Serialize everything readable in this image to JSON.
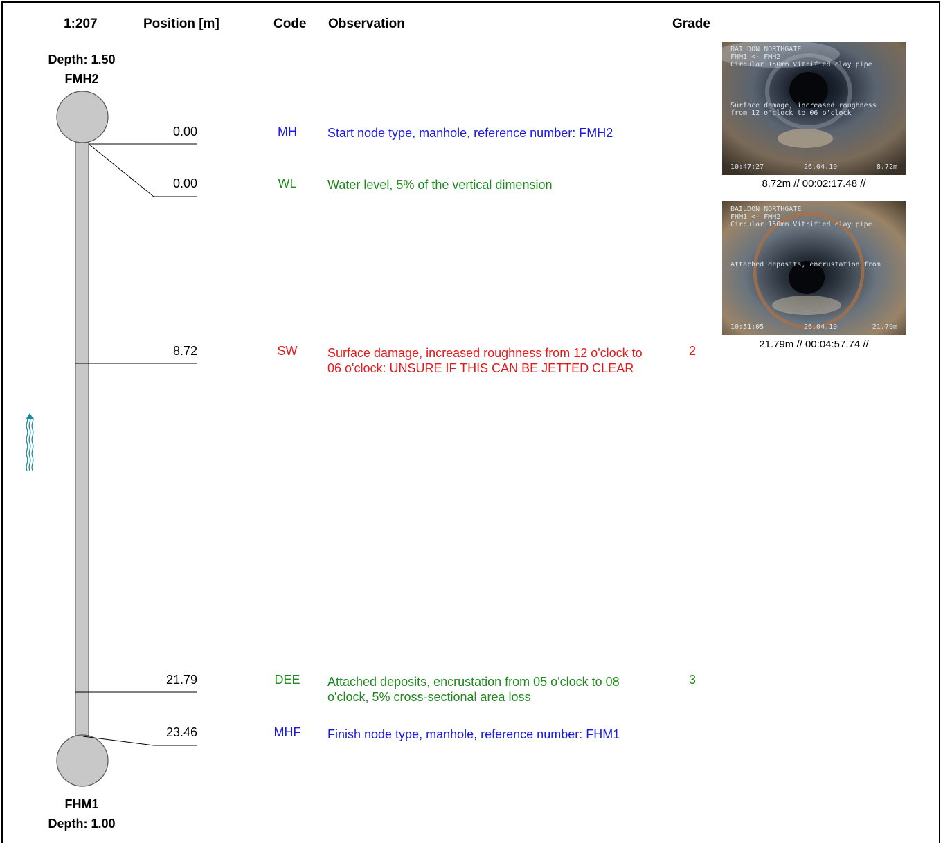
{
  "header": {
    "scale": "1:207",
    "position": "Position [m]",
    "code": "Code",
    "observation": "Observation",
    "grade": "Grade"
  },
  "start_node": {
    "depth": "Depth: 1.50",
    "name": "FMH2"
  },
  "end_node": {
    "name": "FHM1",
    "depth": "Depth: 1.00"
  },
  "observations": [
    {
      "position": "0.00",
      "code": "MH",
      "text": "Start node type, manhole, reference number: FMH2",
      "grade": ""
    },
    {
      "position": "0.00",
      "code": "WL",
      "text": "Water level, 5% of the vertical dimension",
      "grade": ""
    },
    {
      "position": "8.72",
      "code": "SW",
      "text": "Surface damage, increased roughness from 12 o'clock to 06 o'clock: UNSURE IF THIS CAN BE JETTED CLEAR",
      "grade": "2"
    },
    {
      "position": "21.79",
      "code": "DEE",
      "text": "Attached deposits, encrustation from 05 o'clock to 08 o'clock, 5% cross-sectional area loss",
      "grade": "3"
    },
    {
      "position": "23.46",
      "code": "MHF",
      "text": "Finish node type, manhole, reference number: FHM1",
      "grade": ""
    }
  ],
  "photos": [
    {
      "overlay_top": [
        "BAILDON NORTHGATE",
        "FHM1 <- FMH2",
        "Circular 150mm Vitrified clay pipe"
      ],
      "overlay_mid": [
        "Surface damage, increased roughness",
        "from 12 o'clock to 06 o'clock"
      ],
      "time": "10:47:27",
      "date": "26.04.19",
      "dist": "8.72m",
      "caption": "8.72m // 00:02:17.48 //"
    },
    {
      "overlay_top": [
        "BAILDON NORTHGATE",
        "FHM1 <- FMH2",
        "Circular 150mm Vitrified clay pipe"
      ],
      "overlay_mid": [
        "Attached deposits, encrustation from"
      ],
      "time": "10:51:05",
      "date": "26.04.19",
      "dist": "21.79m",
      "caption": "21.79m // 00:04:57.74 //"
    }
  ],
  "colors": {
    "blue": "#1a1ae6",
    "green": "#1e8a1e",
    "red": "#e61a1a",
    "pipe": "#c8c8c8",
    "flow": "#1a8a9a"
  },
  "icons": {
    "flow_direction": "flow-arrow-icon"
  }
}
